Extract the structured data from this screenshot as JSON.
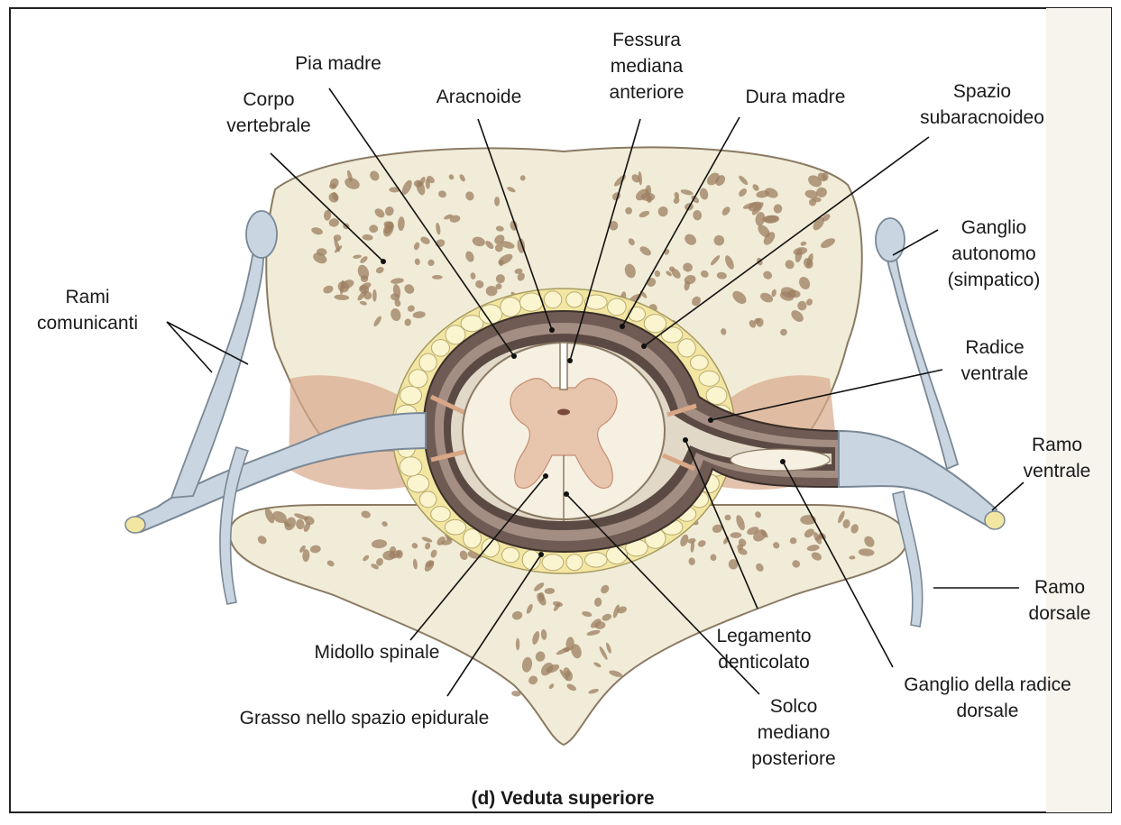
{
  "labels": {
    "pia_madre": "Pia madre",
    "corpo_vertebrale_1": "Corpo",
    "corpo_vertebrale_2": "vertebrale",
    "aracnoide": "Aracnoide",
    "fessura_1": "Fessura",
    "fessura_2": "mediana",
    "fessura_3": "anteriore",
    "dura_madre": "Dura madre",
    "spazio_1": "Spazio",
    "spazio_2": "subaracnoideo",
    "ganglio_autonomo_1": "Ganglio",
    "ganglio_autonomo_2": "autonomo",
    "ganglio_autonomo_3": "(simpatico)",
    "rami_1": "Rami",
    "rami_2": "comunicanti",
    "radice_1": "Radice",
    "radice_2": "ventrale",
    "ramo_ventrale_1": "Ramo",
    "ramo_ventrale_2": "ventrale",
    "ramo_dorsale_1": "Ramo",
    "ramo_dorsale_2": "dorsale",
    "midollo": "Midollo spinale",
    "legamento_1": "Legamento",
    "legamento_2": "denticolato",
    "ganglio_radice_1": "Ganglio della radice",
    "ganglio_radice_2": "dorsale",
    "grasso": "Grasso nello spazio epidurale",
    "solco_1": "Solco",
    "solco_2": "mediano",
    "solco_3": "posteriore"
  },
  "caption": "(d)  Veduta superiore",
  "colors": {
    "bone": "#f1ecd7",
    "bone_pore": "#9c7f62",
    "fat": "#f2e6a2",
    "dura": "#6f5b53",
    "nerve": "#c9d6e2",
    "cord_white": "#f6f0e2",
    "gray_matter": "#e8c5ad",
    "ligament": "#d9a786"
  }
}
